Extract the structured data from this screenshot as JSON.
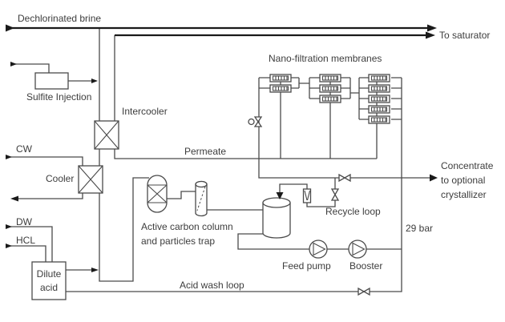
{
  "diagram": {
    "title_context": "Nano-filtration brine treatment process flow diagram",
    "labels": {
      "dechlorinated_brine": "Dechlorinated brine",
      "to_saturator": "To saturator",
      "sulfite_injection": "Sulfite Injection",
      "intercooler": "Intercooler",
      "cw": "CW",
      "cooler": "Cooler",
      "permeate": "Permeate",
      "nano_filtration_membranes": "Nano-filtration membranes",
      "dw": "DW",
      "hcl": "HCL",
      "dilute_acid_line1": "Dilute",
      "dilute_acid_line2": "acid",
      "carbon_column_line1": "Active carbon column",
      "carbon_column_line2": "and particles trap",
      "recycle_loop": "Recycle loop",
      "feed_pump": "Feed pump",
      "booster": "Booster",
      "pressure": "29 bar",
      "acid_wash_loop": "Acid wash loop",
      "concentrate_line1": "Concentrate",
      "concentrate_line2": "to optional",
      "concentrate_line3": "crystallizer"
    },
    "membrane_array": {
      "stages": [
        {
          "stage": 1,
          "elements": 2
        },
        {
          "stage": 2,
          "elements": 3
        },
        {
          "stage": 3,
          "elements": 5
        }
      ]
    },
    "colors": {
      "background": "#ffffff",
      "pipe": "#4a4a4a",
      "main_pipe": "#1a1a1a",
      "text": "#3d3d3d"
    }
  }
}
